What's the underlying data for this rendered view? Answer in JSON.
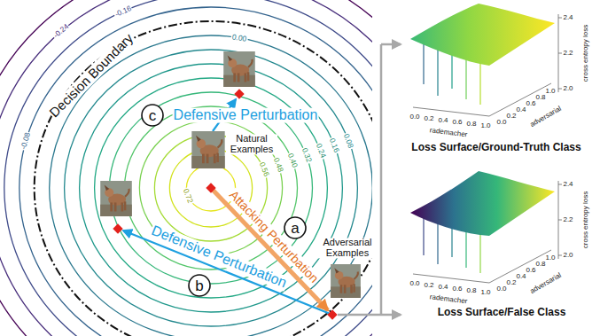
{
  "diagram": {
    "nodes": [
      {
        "text": [
          "c"
        ]
      },
      {
        "text": [
          "a"
        ]
      },
      {
        "text": [
          "b"
        ]
      }
    ],
    "labels": [
      "Decision Boundary",
      "-0.24",
      "-0.16",
      "-0.08",
      "0.00",
      "Defensive Perturbation",
      "Natural Examples",
      "0.72",
      "0.56",
      "0.48",
      "0.40",
      "0.32",
      "0.24",
      "0.16",
      "0.08",
      "Attacking Perturbation",
      "Defensive Perturbation",
      "Adversarial Examples",
      "2.4",
      "2.2",
      "2.0",
      "cross entropy loss",
      "0.0",
      "0.2",
      "0.4",
      "0.6",
      "0.8",
      "1.0",
      "rademacher",
      "0.0",
      "0.2",
      "0.4",
      "0.6",
      "0.8",
      "1.0",
      "adversarial",
      "Loss Surface/Ground-Truth Class",
      "2.4",
      "2.2",
      "2.0",
      "cross entropy loss",
      "0.0",
      "0.2",
      "0.4",
      "0.6",
      "0.8",
      "1.0",
      "rademacher",
      "0.0",
      "0.2",
      "0.4",
      "0.6",
      "0.8",
      "1.0",
      "adversarial",
      "Loss Surface/False Class"
    ]
  }
}
